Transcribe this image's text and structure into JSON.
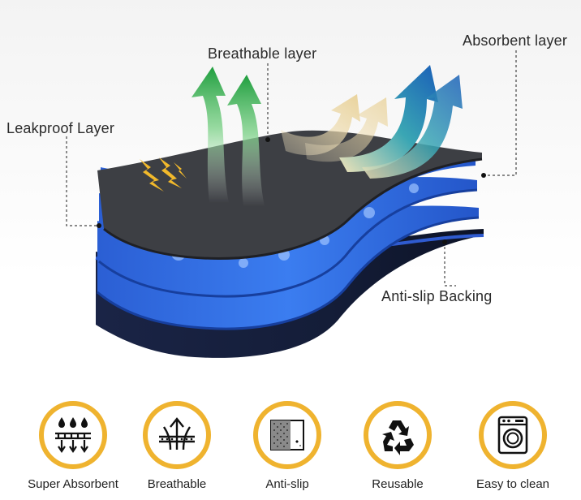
{
  "callouts": {
    "breathable": "Breathable layer",
    "absorbent": "Absorbent layer",
    "leakproof": "Leakproof Layer",
    "antislip": "Anti-slip Backing"
  },
  "features": [
    {
      "label": "Super Absorbent",
      "icon": "droplets-filter-icon"
    },
    {
      "label": "Breathable",
      "icon": "air-flow-icon"
    },
    {
      "label": "Anti-slip",
      "icon": "textured-pad-icon"
    },
    {
      "label": "Reusable",
      "icon": "recycle-icon"
    },
    {
      "label": "Easy to clean",
      "icon": "washing-machine-icon"
    }
  ],
  "colors": {
    "badge_ring": "#efb32f",
    "top_layer": "#3d3f44",
    "blue_layer": "#2f6fe0",
    "backing": "#15203f",
    "breath_arrow": "#2fae4c",
    "absorb_arrow": "#1e7ec0"
  }
}
